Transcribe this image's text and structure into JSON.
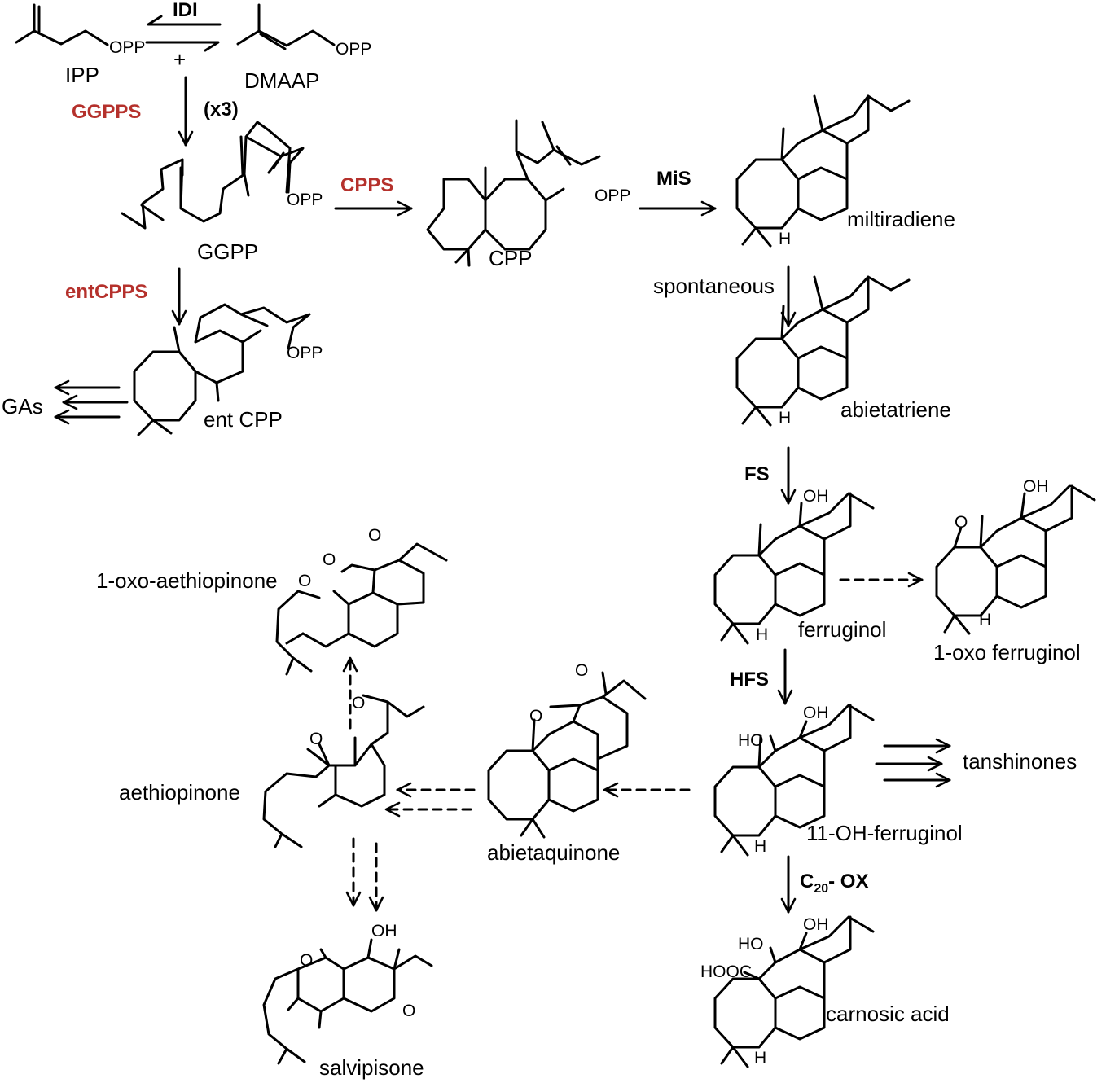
{
  "colors": {
    "enzyme_red": "#b5312c",
    "enzyme_black": "#000000",
    "line": "#000000"
  },
  "compounds": {
    "ipp": "IPP",
    "dmaap": "DMAAP",
    "ggpp": "GGPP",
    "cpp": "CPP",
    "ent_cpp": "ent CPP",
    "gas": "GAs",
    "miltiradiene": "miltiradiene",
    "abietatriene": "abietatriene",
    "ferruginol": "ferruginol",
    "oxo_ferruginol": "1-oxo ferruginol",
    "oh_ferruginol": "11-OH-ferruginol",
    "tanshinones": "tanshinones",
    "carnosic_acid": "carnosic acid",
    "abietaquinone": "abietaquinone",
    "aethiopinone": "aethiopinone",
    "oxo_aethiopinone": "1-oxo-aethiopinone",
    "salvipisone": "salvipisone"
  },
  "enzymes": {
    "idi": "IDI",
    "ggpps": "GGPPS",
    "x3": "(x3)",
    "cpps": "CPPS",
    "ent_cpps": "entCPPS",
    "mis": "MiS",
    "spontaneous": "spontaneous",
    "fs": "FS",
    "hfs": "HFS",
    "c20ox_main": "C",
    "c20ox_sub": "20",
    "c20ox_rest": "- OX"
  },
  "atoms": {
    "opp": "OPP",
    "plus": "+",
    "oh": "OH",
    "ho": "HO",
    "o": "O",
    "h": "H",
    "hooc": "HOOC"
  }
}
